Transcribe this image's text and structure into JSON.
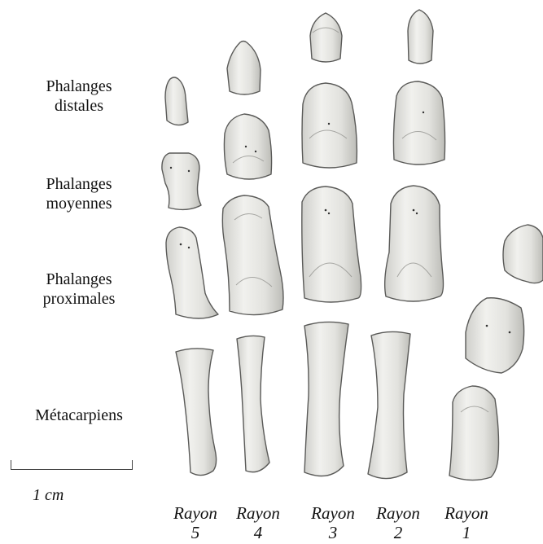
{
  "rows": {
    "distal": [
      "Phalanges",
      "distales"
    ],
    "middle": [
      "Phalanges",
      "moyennes"
    ],
    "proximal": [
      "Phalanges",
      "proximales"
    ],
    "metacarpal": "Métacarpiens"
  },
  "scale": {
    "label": "1 cm"
  },
  "rays": [
    {
      "word": "Rayon",
      "num": "5"
    },
    {
      "word": "Rayon",
      "num": "4"
    },
    {
      "word": "Rayon",
      "num": "3"
    },
    {
      "word": "Rayon",
      "num": "2"
    },
    {
      "word": "Rayon",
      "num": "1"
    }
  ],
  "colors": {
    "bone_fill": "#e7e7e3",
    "bone_edge": "#5a5a58",
    "bone_shadow": "#b9b9b4"
  }
}
